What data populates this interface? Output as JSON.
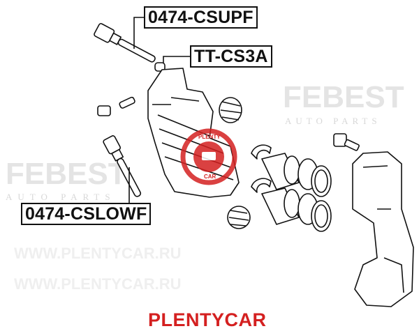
{
  "watermarks": {
    "brand": "FEBEST",
    "brand_sub": "AUTO PARTS",
    "site": "WWW.PLENTYCAR.RU",
    "stamp_top": "PLENTY",
    "stamp_bottom": "CAR"
  },
  "parts": [
    {
      "id": "upper-pin",
      "part_number": "0474-CSUPF"
    },
    {
      "id": "pin-boot",
      "part_number": "TT-CS3A"
    },
    {
      "id": "lower-pin",
      "part_number": "0474-CSLOWF"
    }
  ],
  "footer": {
    "brand": "PLENTYCAR"
  },
  "colors": {
    "accent": "#d42020",
    "line": "#111111",
    "watermark": "#e4e4e4"
  }
}
